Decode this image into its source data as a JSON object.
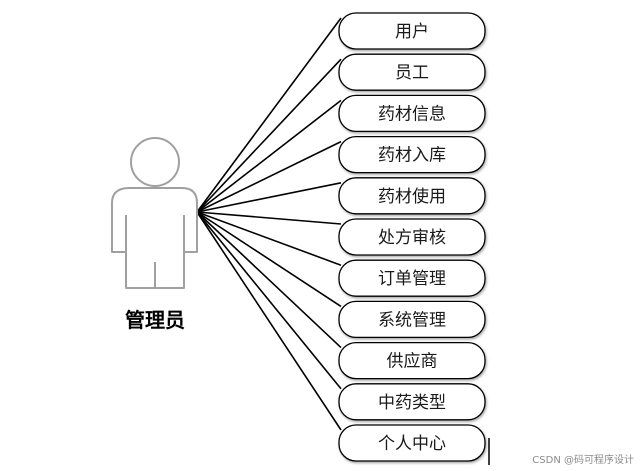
{
  "diagram": {
    "actor": {
      "label": "管理员"
    },
    "use_cases": [
      "用户",
      "员工",
      "药材信息",
      "药材入库",
      "药材使用",
      "处方审核",
      "订单管理",
      "系统管理",
      "供应商",
      "中药类型",
      "个人中心"
    ]
  },
  "watermark": "CSDN @码可程序设计"
}
